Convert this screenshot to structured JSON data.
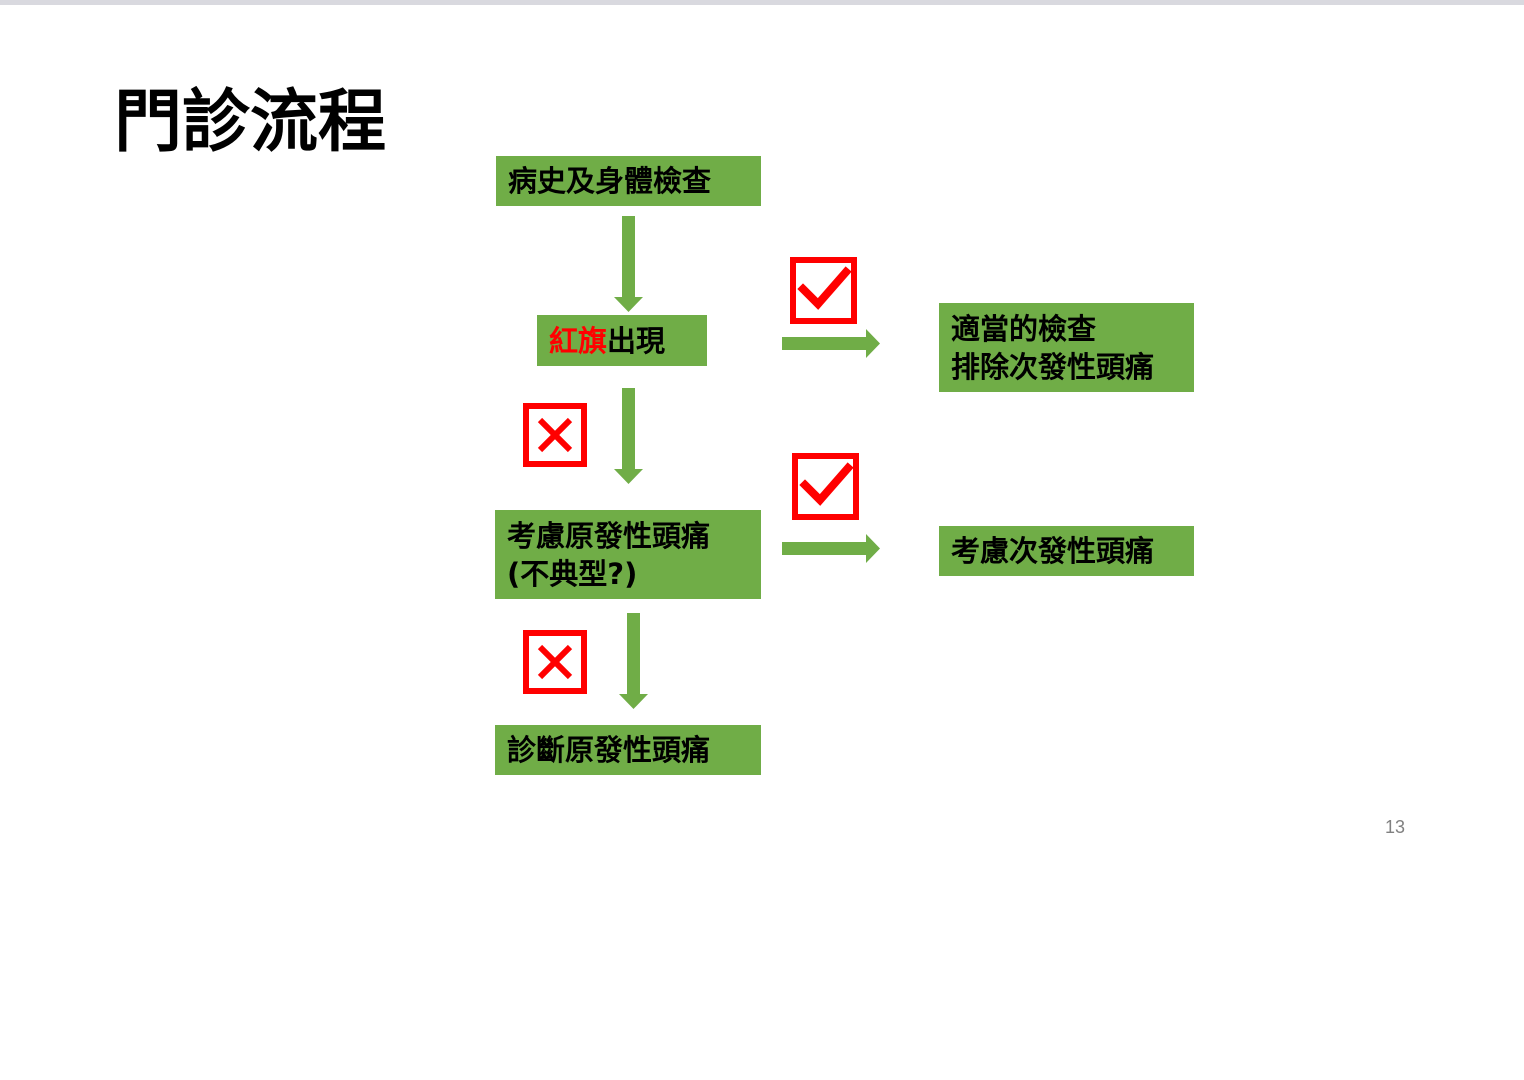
{
  "slide": {
    "title": "門診流程",
    "page_number": "13"
  },
  "flow": {
    "history_exam": "病史及身體檢查",
    "red_flag": {
      "highlight": "紅旗",
      "rest": "出現"
    },
    "appropriate_exam": {
      "line1": "適當的檢查",
      "line2": "排除次發性頭痛"
    },
    "consider_primary": {
      "line1": "考慮原發性頭痛",
      "line2": "(不典型?)"
    },
    "consider_secondary": "考慮次發性頭痛",
    "diagnose_primary": "診斷原發性頭痛"
  },
  "colors": {
    "box_fill": "#70ad47",
    "arrow": "#70ad47",
    "mark": "#ff0000",
    "highlight_text": "#ff0000"
  },
  "icons": {
    "yes": "check-box-icon",
    "no": "cross-box-icon"
  }
}
